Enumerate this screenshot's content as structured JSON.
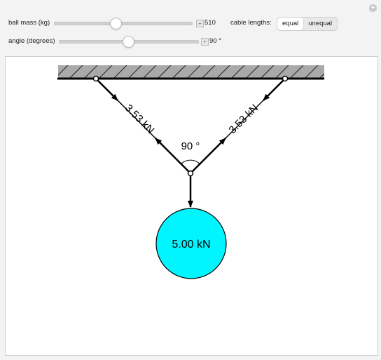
{
  "controls": {
    "ball_mass": {
      "label": "ball mass (kg)",
      "value": "510",
      "fraction": 0.45
    },
    "angle": {
      "label": "angle (degrees)",
      "value": "90 °",
      "fraction": 0.5
    },
    "cable_lengths": {
      "label": "cable lengths:",
      "options": [
        "equal",
        "unequal"
      ],
      "selected": "equal"
    }
  },
  "diagram": {
    "left_tension": "3.53 kN",
    "right_tension": "3.53 kN",
    "angle_label": "90 °",
    "weight_label": "5.00 kN",
    "ball_color": "#00f5ff",
    "ceiling_color": "#a9a9a9"
  }
}
